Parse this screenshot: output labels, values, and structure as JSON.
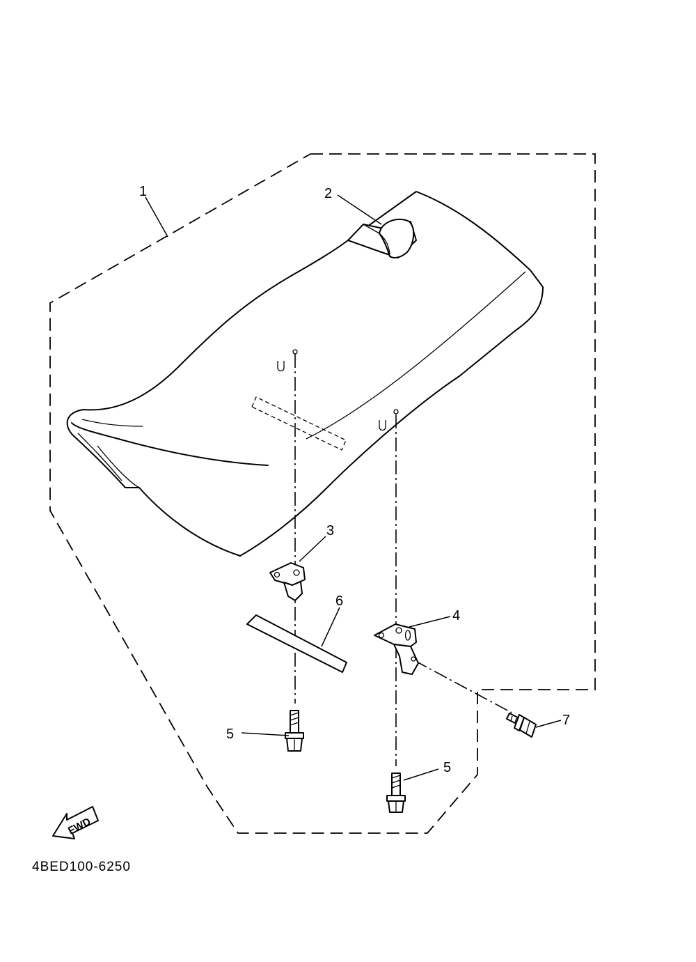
{
  "diagram": {
    "callouts": {
      "c1": "1",
      "c2": "2",
      "c3": "3",
      "c4": "4",
      "c5a": "5",
      "c5b": "5",
      "c6": "6",
      "c7": "7"
    },
    "fwd_label": "FWD",
    "drawing_code": "4BED100-6250"
  }
}
